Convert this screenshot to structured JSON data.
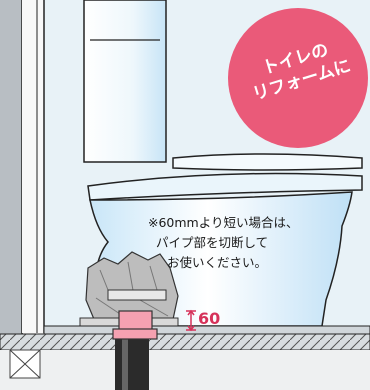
{
  "badge": {
    "line1": "トイレの",
    "line2": "リフォームに"
  },
  "note": {
    "line1": "※60mmより短い場合は、",
    "line2": "パイプ部を切断して",
    "line3": "お使いください。"
  },
  "dimension": {
    "value": "60"
  },
  "colors": {
    "badge": "#ea5a79",
    "pipe_highlight": "#f5a1b1",
    "dimension": "#d6325a",
    "wall_panel": "#e7f1f6",
    "toilet_shade": "#d7ecf8"
  }
}
